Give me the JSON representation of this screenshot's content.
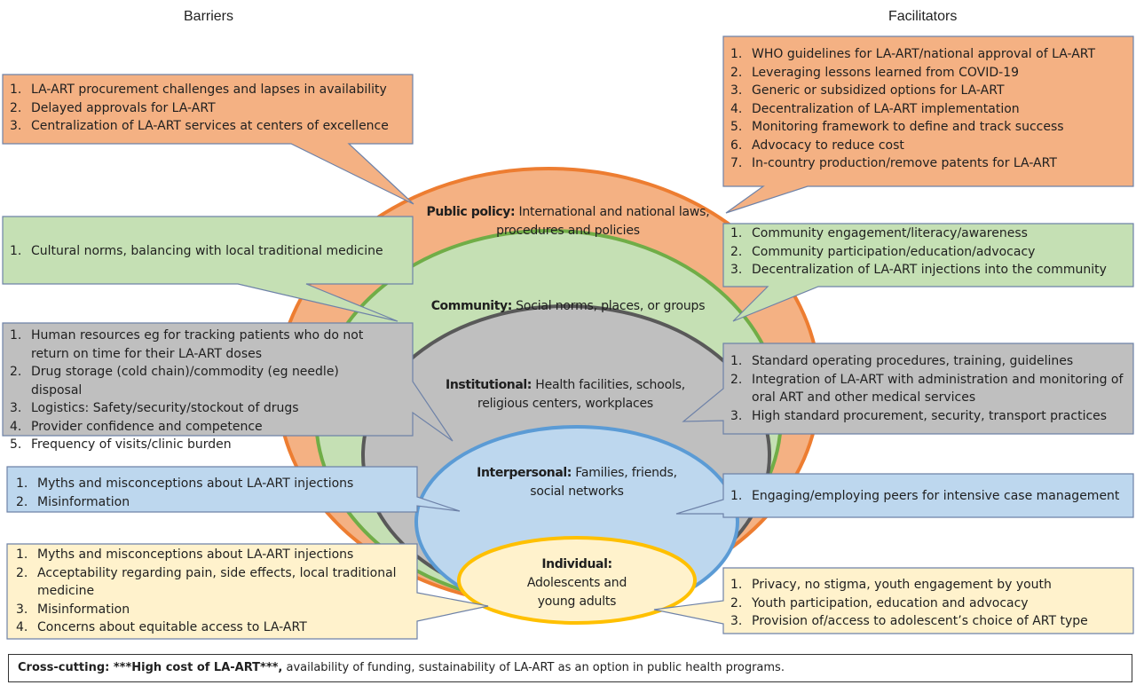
{
  "headings": {
    "barriers": "Barriers",
    "facilitators": "Facilitators"
  },
  "colors": {
    "public_policy": "#f4b183",
    "public_policy_border": "#ed7d31",
    "community": "#c5e0b4",
    "community_border": "#70ad47",
    "institutional": "#bfbfbf",
    "institutional_border": "#595959",
    "interpersonal": "#bdd7ee",
    "interpersonal_border": "#5b9bd5",
    "individual": "#fff2cc",
    "individual_border": "#ffc000"
  },
  "levels": {
    "public_policy": {
      "label": "Public policy:",
      "desc_line1": "International and national laws,",
      "desc_line2": "procedures and policies"
    },
    "community": {
      "label": "Community:",
      "desc": "Social norms, places, or groups"
    },
    "institutional": {
      "label": "Institutional:",
      "desc_line1": "Health facilities, schools,",
      "desc_line2": "religious centers, workplaces"
    },
    "interpersonal": {
      "label": "Interpersonal:",
      "desc_line1": "Families, friends,",
      "desc_line2": "social networks"
    },
    "individual": {
      "label": "Individual:",
      "desc_line1": "Adolescents and",
      "desc_line2": "young adults"
    }
  },
  "barriers": {
    "public_policy": [
      "LA-ART procurement challenges and lapses in availability",
      "Delayed approvals for LA-ART",
      "Centralization of LA-ART services at centers of excellence"
    ],
    "community": [
      "Cultural norms, balancing with local traditional medicine"
    ],
    "institutional": [
      "Human resources eg for tracking patients who do not return on time for their LA-ART doses",
      "Drug storage (cold chain)/commodity (eg needle) disposal",
      "Logistics: Safety/security/stockout of drugs",
      "Provider confidence and competence",
      "Frequency of visits/clinic burden"
    ],
    "interpersonal": [
      "Myths and misconceptions about LA-ART injections",
      "Misinformation"
    ],
    "individual": [
      "Myths and misconceptions about LA-ART injections",
      "Acceptability regarding pain, side effects, local traditional medicine",
      "Misinformation",
      "Concerns about equitable access to LA-ART"
    ]
  },
  "facilitators": {
    "public_policy": [
      "WHO guidelines for LA-ART/national approval of LA-ART",
      "Leveraging lessons learned from COVID-19",
      "Generic or subsidized options for LA-ART",
      "Decentralization of LA-ART implementation",
      "Monitoring framework to define and track success",
      "Advocacy to reduce cost",
      "In-country production/remove patents for LA-ART"
    ],
    "community": [
      "Community engagement/literacy/awareness",
      "Community participation/education/advocacy",
      "Decentralization of LA-ART injections into the community"
    ],
    "institutional": [
      "Standard operating procedures, training, guidelines",
      "Integration of LA-ART with administration and monitoring of oral ART and other medical services",
      "High standard procurement, security, transport practices"
    ],
    "interpersonal": [
      "Engaging/employing peers for intensive case management"
    ],
    "individual": [
      "Privacy, no stigma, youth engagement by youth",
      "Youth participation, education and advocacy",
      "Provision of/access to adolescent’s choice of ART type"
    ]
  },
  "cross_cutting": {
    "label": "Cross-cutting: ***High cost of LA-ART***,",
    "text": " availability of funding, sustainability of LA-ART as an option in public health programs."
  }
}
